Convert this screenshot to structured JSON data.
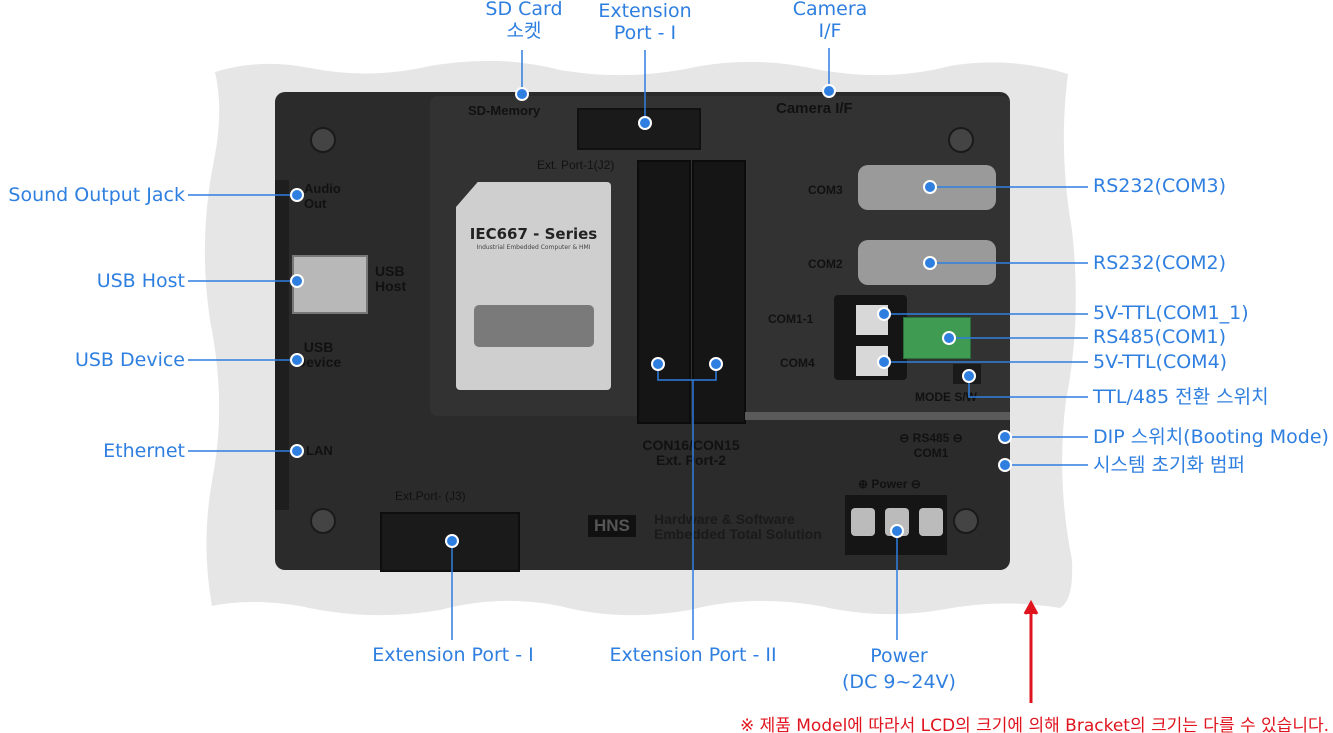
{
  "callouts": {
    "top": {
      "sd_card_1": "SD Card",
      "sd_card_2": "소켓",
      "ext_port1_1": "Extension",
      "ext_port1_2": "Port - I",
      "camera_1": "Camera",
      "camera_2": "I/F"
    },
    "left": {
      "sound": "Sound Output Jack",
      "usb_host": "USB Host",
      "usb_device": "USB Device",
      "ethernet": "Ethernet"
    },
    "right": {
      "com3": "RS232(COM3)",
      "com2": "RS232(COM2)",
      "com1_1": "5V-TTL(COM1_1)",
      "rs485": "RS485(COM1)",
      "com4": "5V-TTL(COM4)",
      "mode_switch": "TTL/485 전환 스위치",
      "dip": "DIP 스위치(Booting Mode)",
      "reset": "시스템 초기화 범퍼"
    },
    "bottom": {
      "ext_port1": "Extension Port - I",
      "ext_port2": "Extension Port - II",
      "power_1": "Power",
      "power_2": "(DC 9~24V)"
    }
  },
  "note": "※ 제품 Model에 따라서 LCD의 크기에 의해 Bracket의 크기는 다를 수 있습니다.",
  "device": {
    "sd_memory": "SD-Memory",
    "camera_if": "Camera I/F",
    "ext_port1_j2": "Ext. Port-1(J2)",
    "audio_1": "Audio",
    "audio_2": "Out",
    "usb_host_1": "USB",
    "usb_host_2": "Host",
    "usb_dev_1": "USB",
    "usb_dev_2": "Device",
    "lan": "LAN",
    "com3": "COM3",
    "com2": "COM2",
    "com1_1": "COM1-1",
    "com4": "COM4",
    "mode_sw": "MODE S/W",
    "con": "CON16/CON15",
    "ext_port2": "Ext. Port-2",
    "ext_port_j3": "Ext.Port- (J3)",
    "rs485": "⊖ RS485 ⊖",
    "com1": "COM1",
    "power": "⊕ Power ⊖",
    "logo": "HNS",
    "slogan_1": "Hardware & Software",
    "slogan_2": "Embedded Total Solution",
    "card_title": "IEC667 - Series",
    "card_sub": "Industrial Embedded Computer & HMI"
  },
  "colors": {
    "callout": "#2f7fe0",
    "note": "#e0141e",
    "body": "#2b2b2b"
  }
}
